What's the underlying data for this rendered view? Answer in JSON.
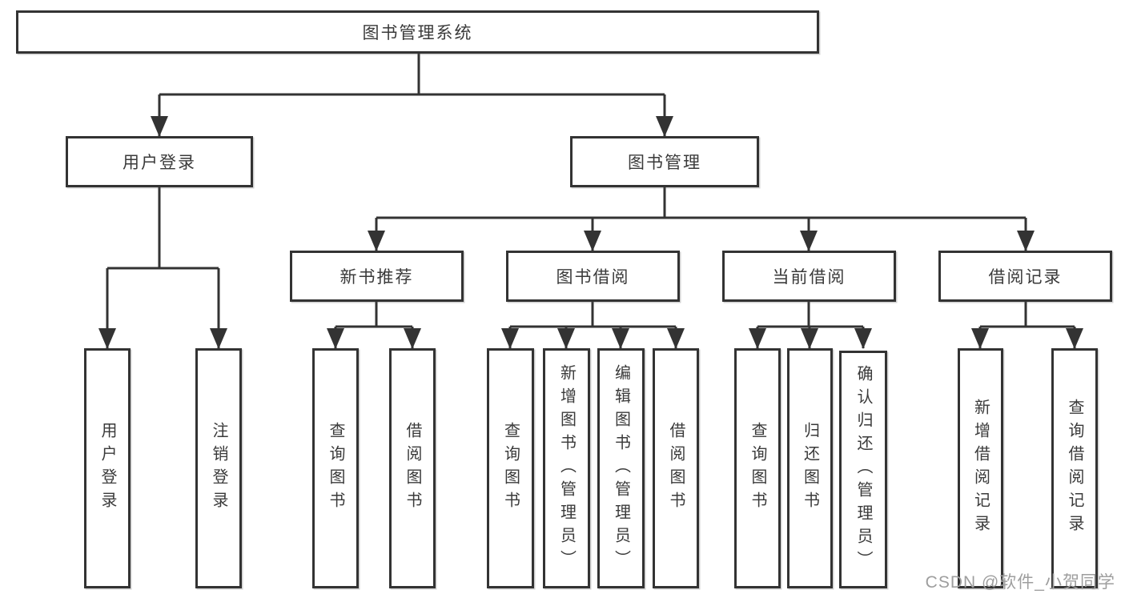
{
  "tree": {
    "root": "图书管理系统",
    "branches": [
      {
        "label": "用户登录",
        "leaves": [
          "用户登录",
          "注销登录"
        ]
      },
      {
        "label": "图书管理",
        "groups": [
          {
            "label": "新书推荐",
            "leaves": [
              "查询图书",
              "借阅图书"
            ]
          },
          {
            "label": "图书借阅",
            "leaves": [
              "查询图书",
              "新增图书（管理员）",
              "编辑图书（管理员）",
              "借阅图书"
            ]
          },
          {
            "label": "当前借阅",
            "leaves": [
              "查询图书",
              "归还图书",
              "确认归还（管理员）"
            ]
          },
          {
            "label": "借阅记录",
            "leaves": [
              "新增借阅记录",
              "查询借阅记录"
            ]
          }
        ]
      }
    ]
  },
  "watermark": "CSDN @软件_小贺同学",
  "colors": {
    "line": "#333333",
    "text": "#3a3a3a",
    "watermark": "#9e9e9e",
    "background": "#ffffff"
  }
}
